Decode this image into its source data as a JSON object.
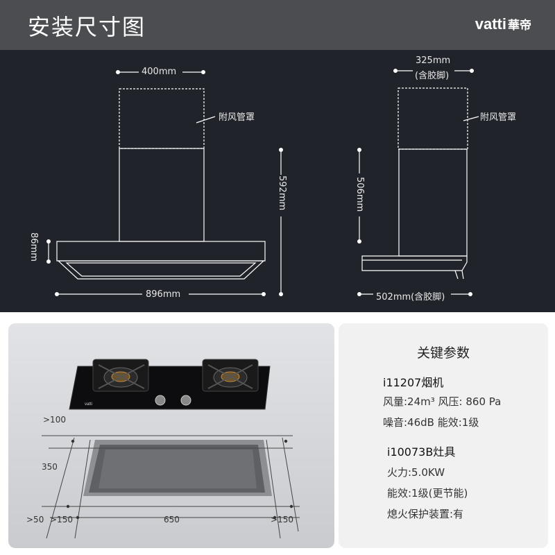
{
  "header": {
    "title": "安装尺寸图",
    "brand_latin": "vatti",
    "brand_cn": "華帝"
  },
  "hood_front": {
    "top_width": "400mm",
    "duct_label": "附风管罩",
    "height": "592mm",
    "panel_height": "86mm",
    "width": "896mm"
  },
  "hood_side": {
    "top_depth_line1": "325mm",
    "top_depth_line2": "(含胶脚)",
    "duct_label": "附风管罩",
    "height": "506mm",
    "depth": "502mm(含胶脚)"
  },
  "cutout": {
    "front_clear": ">100",
    "depth": "350",
    "back_clear": ">50",
    "side_left": ">150",
    "width": "650",
    "side_right": ">150"
  },
  "params": {
    "title": "关键参数",
    "hood_model": "i11207烟机",
    "hood_lines": [
      "风量:24m³  风压: 860 Pa",
      "噪音:46dB  能效:1级"
    ],
    "stove_model": "i10073B灶具",
    "stove_lines": [
      "火力:5.0KW",
      "能效:1级(更节能)",
      "熄火保护装置:有"
    ]
  },
  "colors": {
    "header_bg": "#4b4d50",
    "dark_bg": "#20242a",
    "line": "#ffffff",
    "panel_right": "#f1f1f2"
  }
}
